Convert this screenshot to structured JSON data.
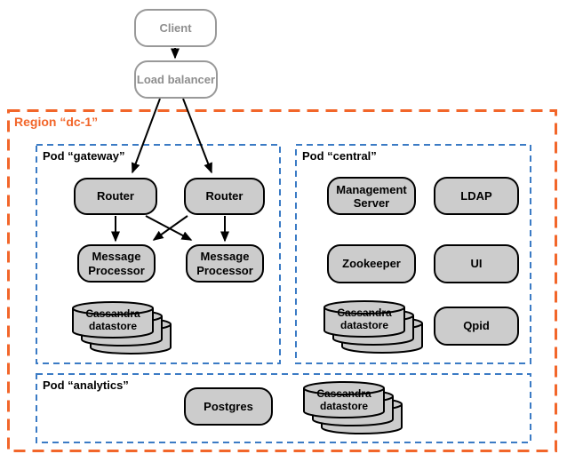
{
  "colors": {
    "region_border": "#f2662a",
    "pod_border": "#3b7bc5",
    "node_fill": "#cccccc",
    "node_border": "#000000",
    "ghost_border": "#999999",
    "ghost_text": "#8e8e8e",
    "arrow": "#000000"
  },
  "client": {
    "label": "Client"
  },
  "load_balancer": {
    "label": "Load balancer"
  },
  "region": {
    "label": "Region “dc-1”"
  },
  "gateway": {
    "label": "Pod “gateway”",
    "router1": {
      "label": "Router"
    },
    "router2": {
      "label": "Router"
    },
    "mp1": {
      "line1": "Message",
      "line2": "Processor"
    },
    "mp2": {
      "line1": "Message",
      "line2": "Processor"
    },
    "cassandra": {
      "line1": "Cassandra",
      "line2": "datastore"
    }
  },
  "central": {
    "label": "Pod “central”",
    "management_server": {
      "line1": "Management",
      "line2": "Server"
    },
    "ldap": {
      "label": "LDAP"
    },
    "zookeeper": {
      "label": "Zookeeper"
    },
    "ui": {
      "label": "UI"
    },
    "cassandra": {
      "line1": "Cassandra",
      "line2": "datastore"
    },
    "qpid": {
      "label": "Qpid"
    }
  },
  "analytics": {
    "label": "Pod “analytics”",
    "postgres": {
      "label": "Postgres"
    },
    "cassandra": {
      "line1": "Cassandra",
      "line2": "datastore"
    }
  }
}
